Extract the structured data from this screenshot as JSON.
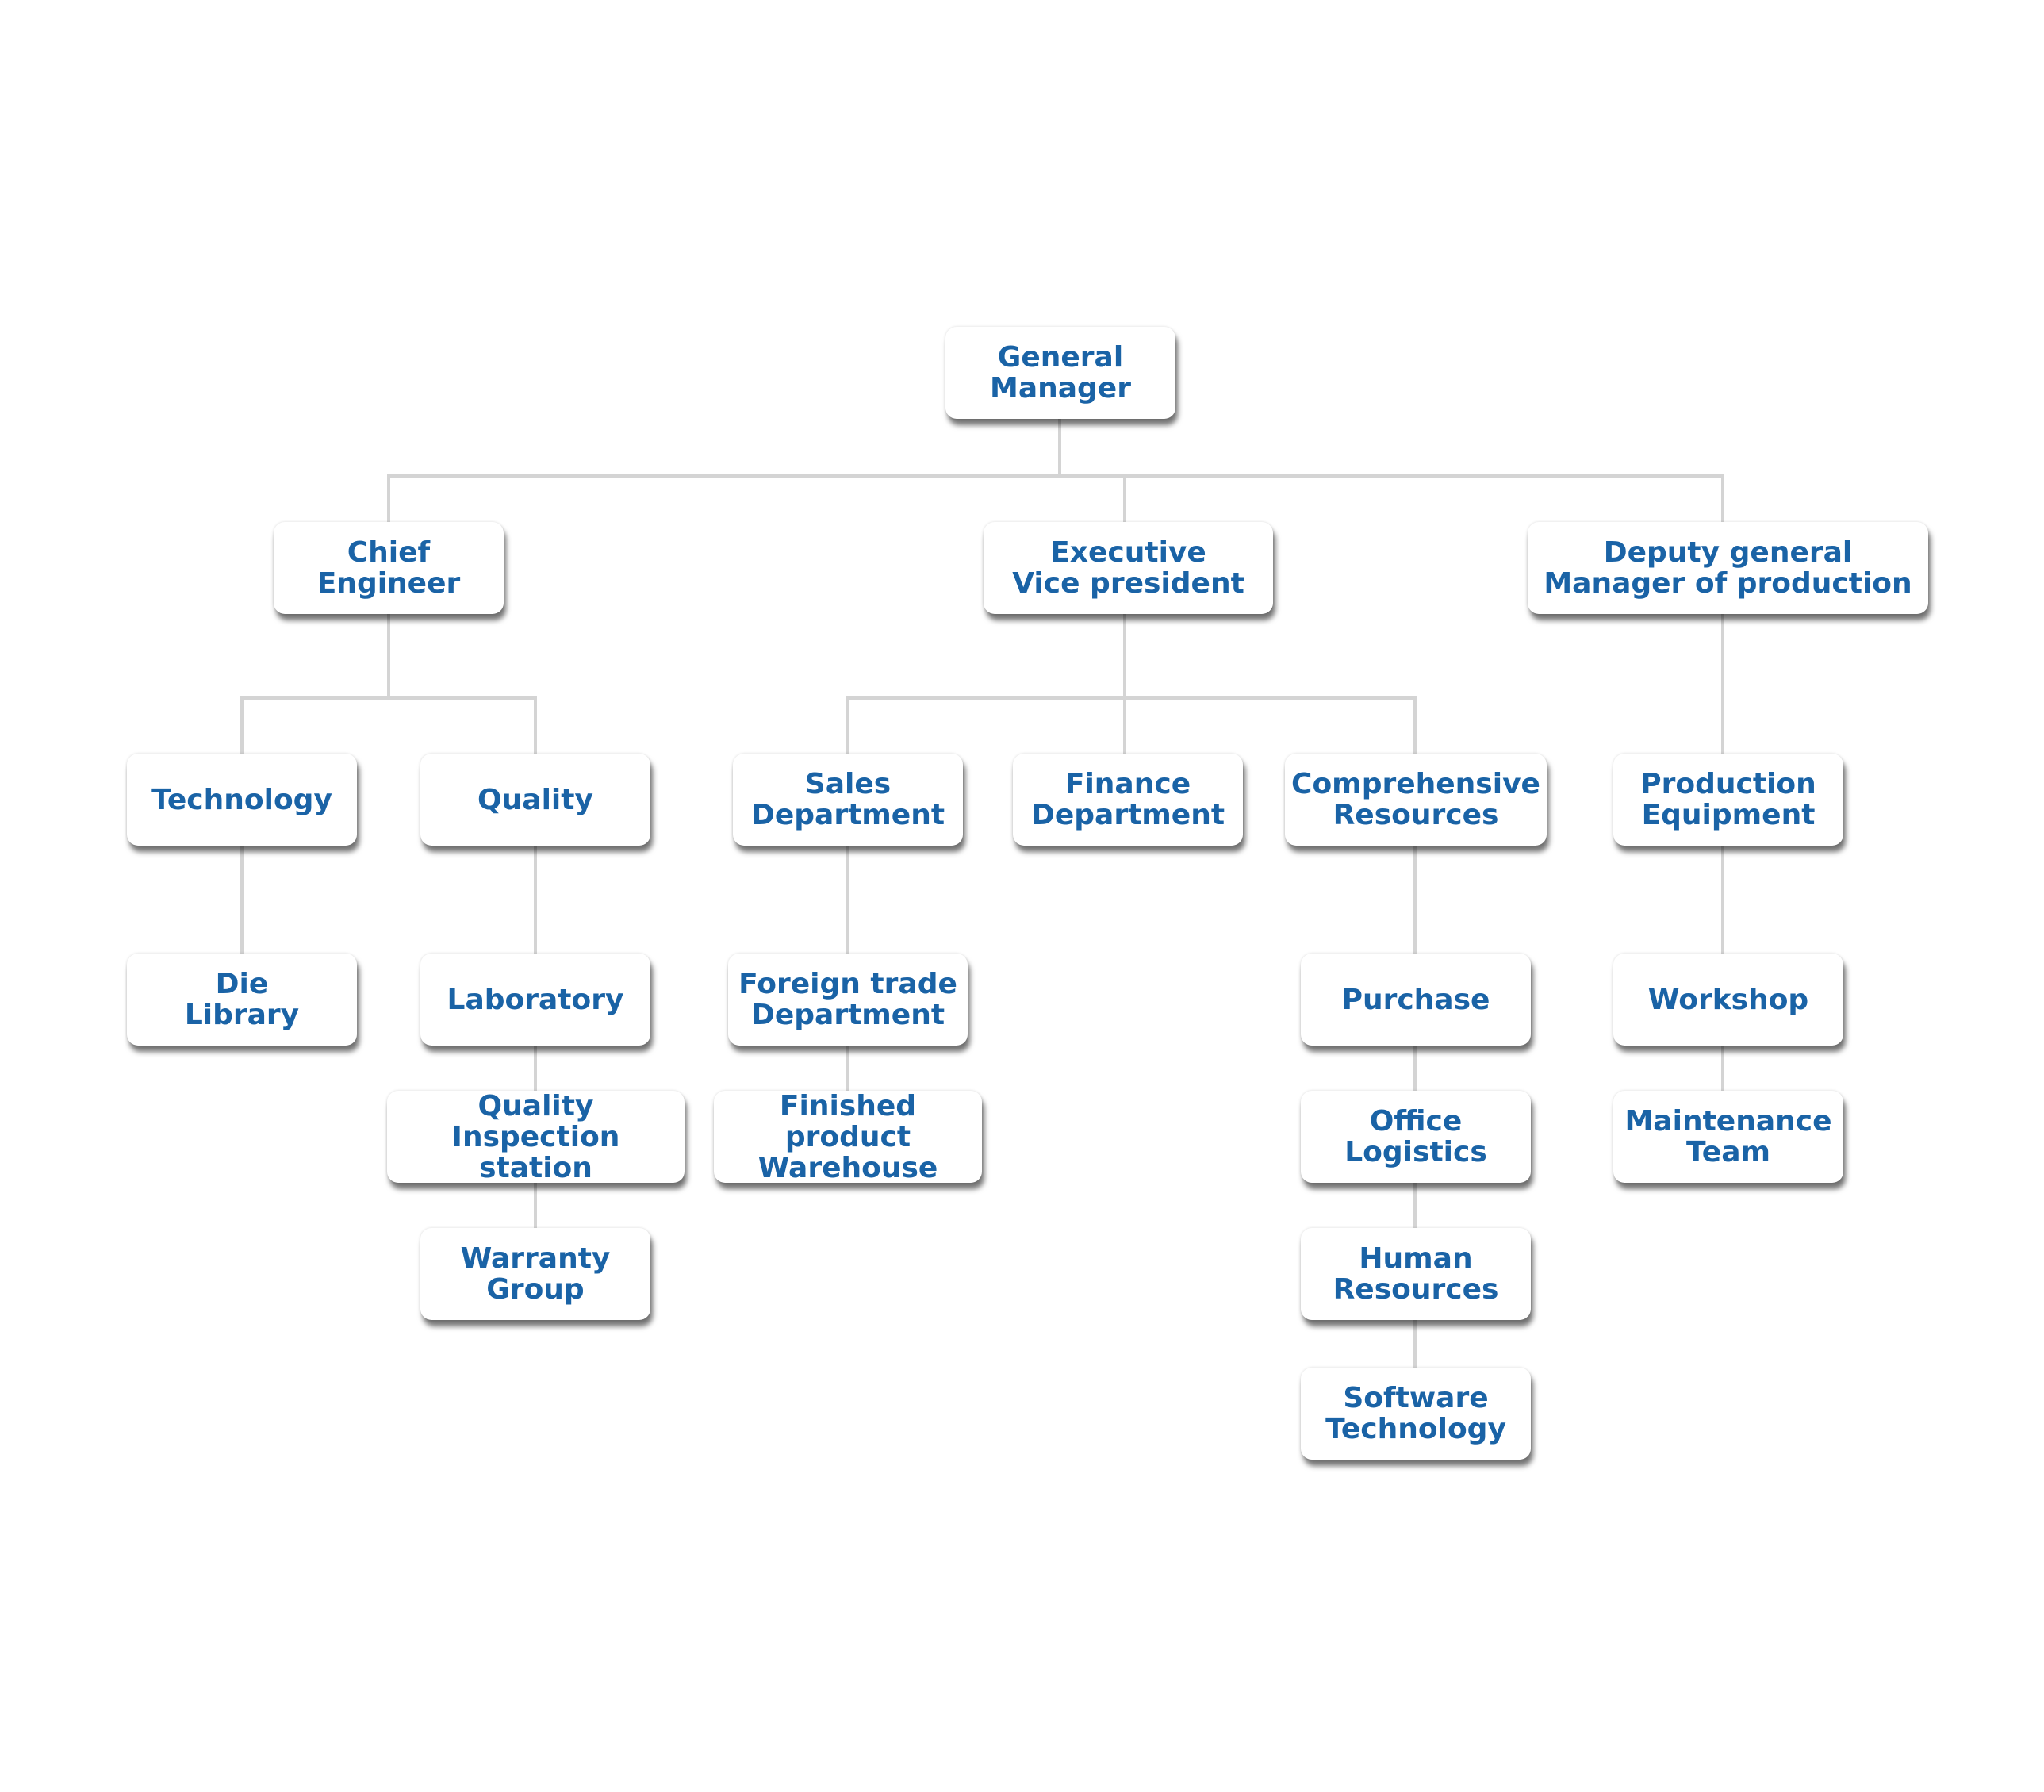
{
  "diagram": {
    "type": "org-chart",
    "line_color": "#d4d4d4",
    "text_color": "#1a63a6",
    "nodes": {
      "general_manager": "General\nManager",
      "chief_engineer": "Chief\nEngineer",
      "executive_vp": "Executive\nVice president",
      "deputy_gm_production": "Deputy general\nManager of production",
      "technology": "Technology",
      "quality": "Quality",
      "sales_department": "Sales\nDepartment",
      "finance_department": "Finance\nDepartment",
      "comprehensive_resources": "Comprehensive\nResources",
      "production_equipment": "Production\nEquipment",
      "die_library": "Die\nLibrary",
      "laboratory": "Laboratory",
      "quality_inspection_station": "Quality\nInspection station",
      "warranty_group": "Warranty\nGroup",
      "foreign_trade_department": "Foreign trade\nDepartment",
      "finished_product_warehouse": "Finished product\nWarehouse",
      "purchase": "Purchase",
      "office_logistics": "Office\nLogistics",
      "human_resources": "Human\nResources",
      "software_technology": "Software\nTechnology",
      "workshop": "Workshop",
      "maintenance_team": "Maintenance\nTeam"
    },
    "edges": [
      [
        "general_manager",
        "chief_engineer"
      ],
      [
        "general_manager",
        "executive_vp"
      ],
      [
        "general_manager",
        "deputy_gm_production"
      ],
      [
        "chief_engineer",
        "technology"
      ],
      [
        "chief_engineer",
        "quality"
      ],
      [
        "executive_vp",
        "sales_department"
      ],
      [
        "executive_vp",
        "finance_department"
      ],
      [
        "executive_vp",
        "comprehensive_resources"
      ],
      [
        "deputy_gm_production",
        "production_equipment"
      ],
      [
        "technology",
        "die_library"
      ],
      [
        "quality",
        "laboratory"
      ],
      [
        "laboratory",
        "quality_inspection_station"
      ],
      [
        "quality_inspection_station",
        "warranty_group"
      ],
      [
        "sales_department",
        "foreign_trade_department"
      ],
      [
        "foreign_trade_department",
        "finished_product_warehouse"
      ],
      [
        "comprehensive_resources",
        "purchase"
      ],
      [
        "purchase",
        "office_logistics"
      ],
      [
        "office_logistics",
        "human_resources"
      ],
      [
        "human_resources",
        "software_technology"
      ],
      [
        "production_equipment",
        "workshop"
      ],
      [
        "workshop",
        "maintenance_team"
      ]
    ]
  }
}
